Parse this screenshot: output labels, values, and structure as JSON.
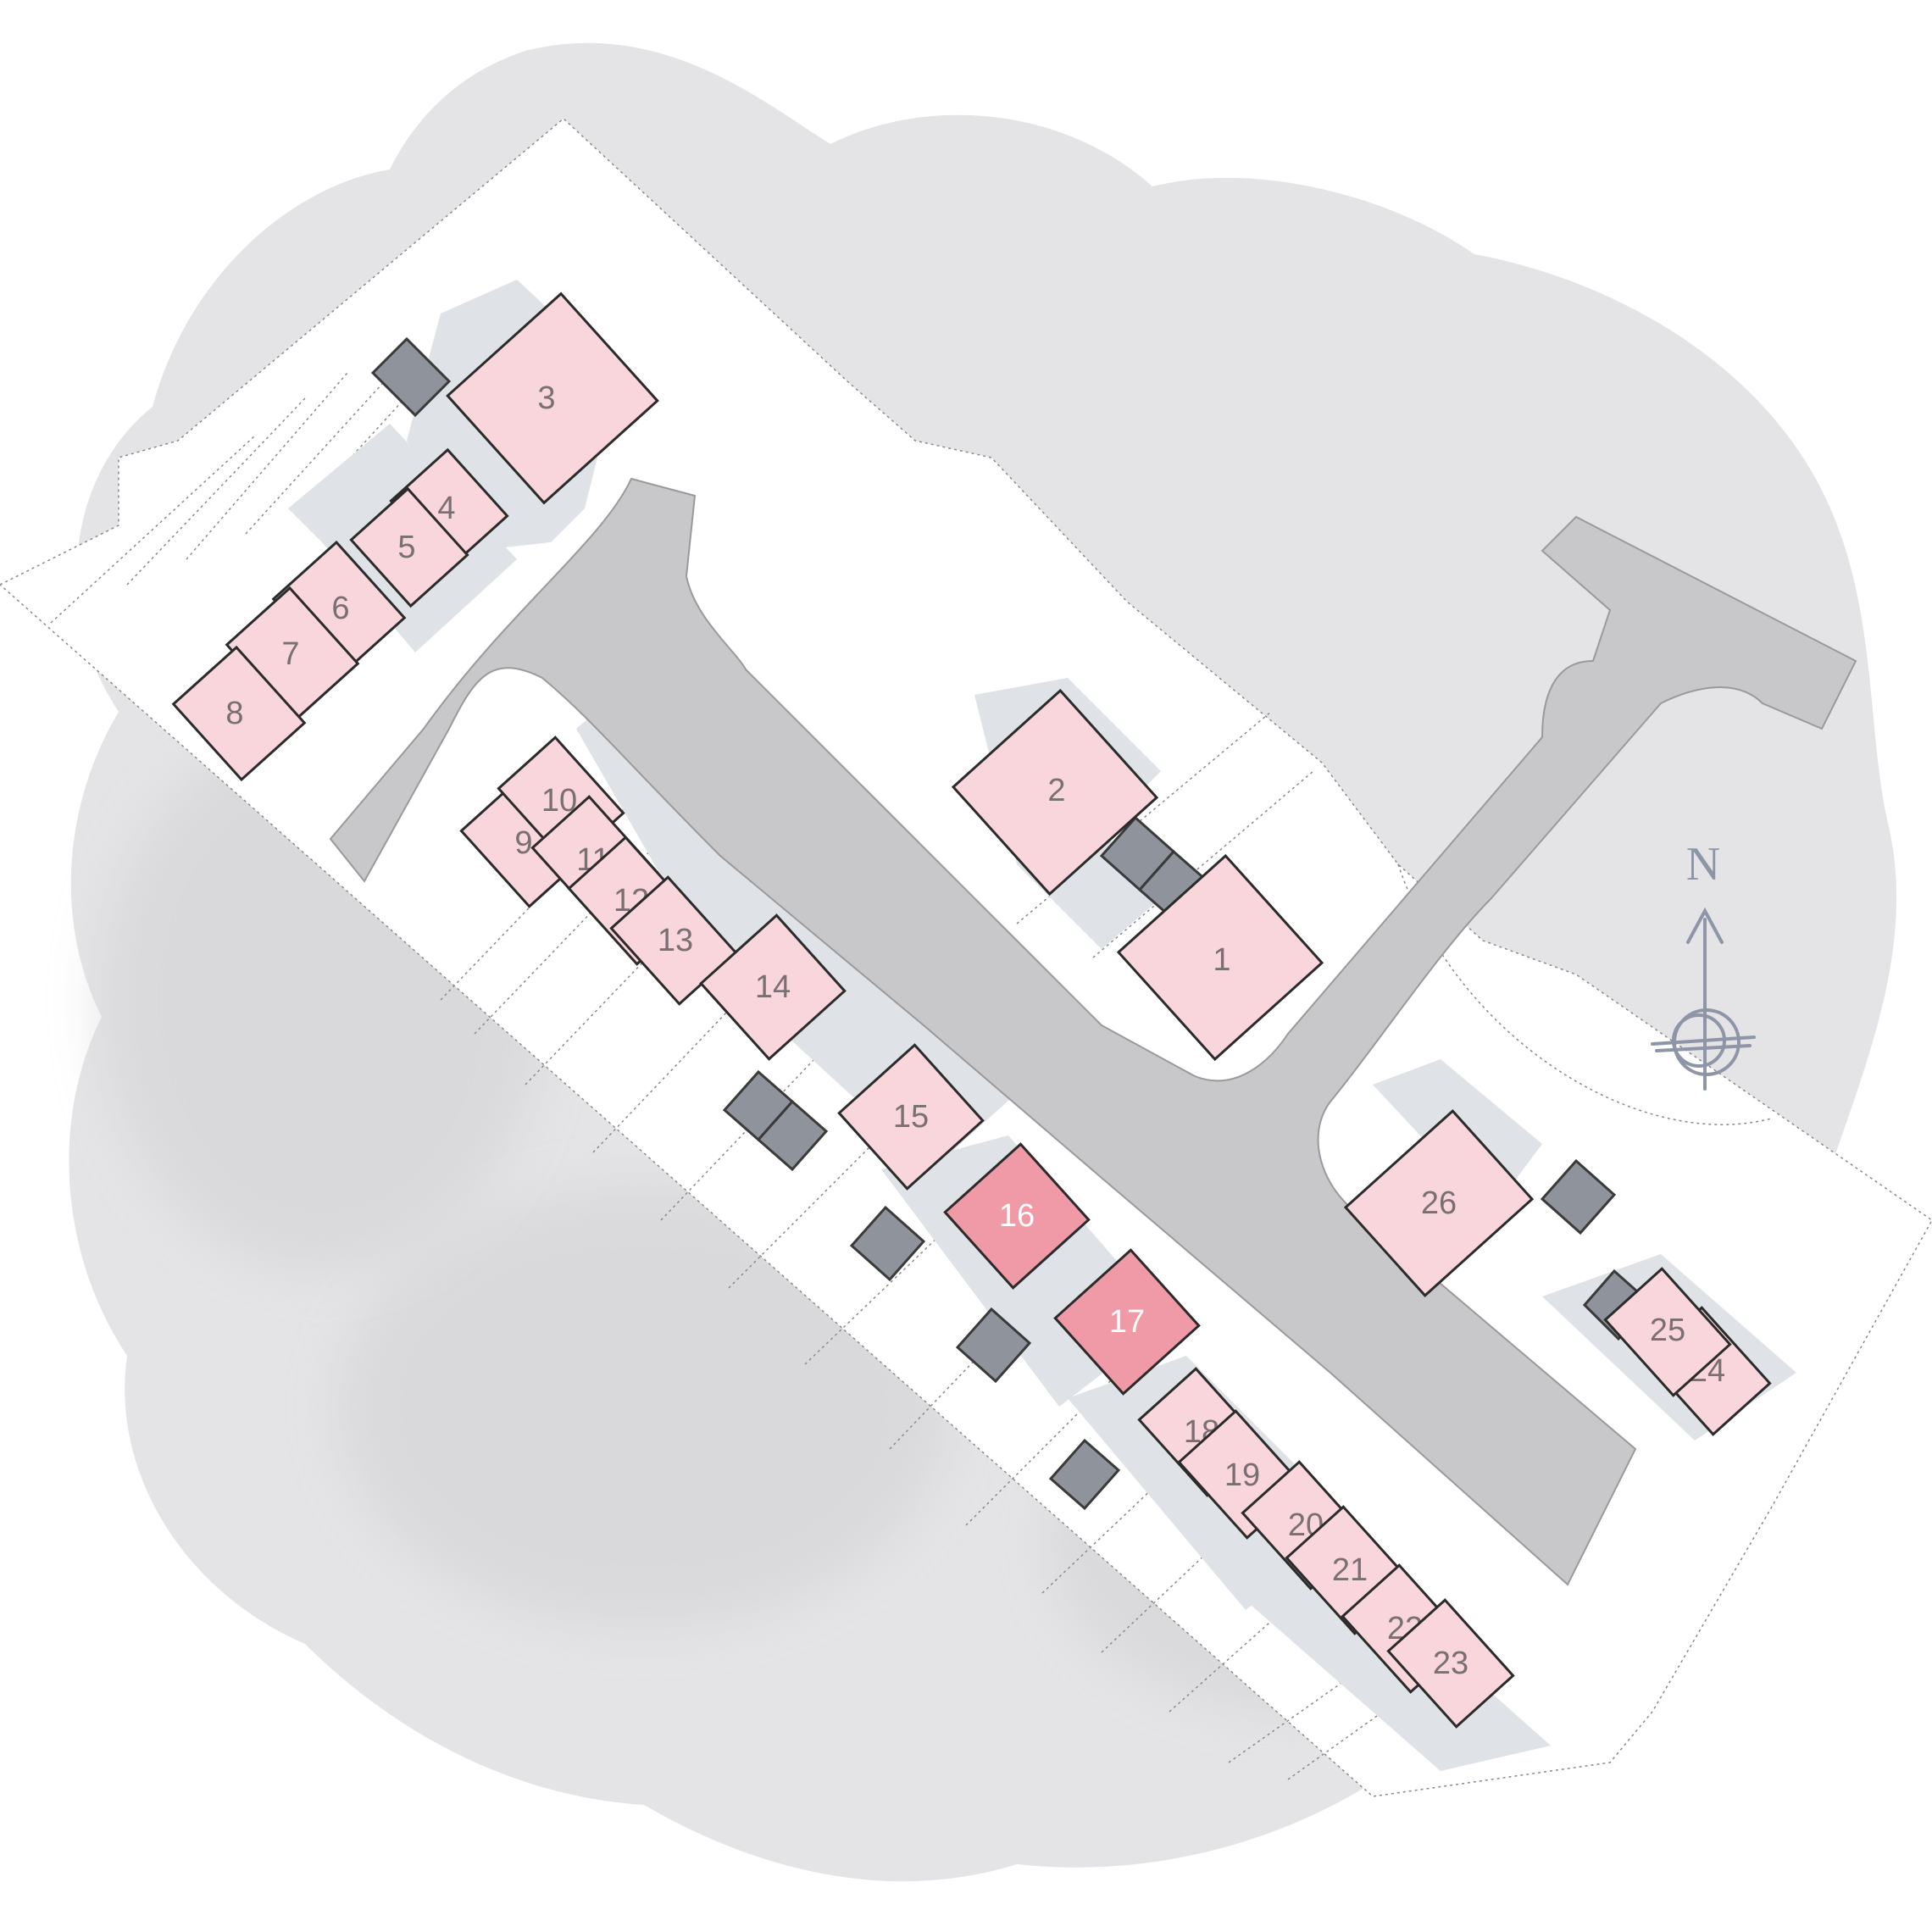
{
  "colors": {
    "background": "#ffffff",
    "wash": "#e4e4e6",
    "wash_dark": "#d5d5d8",
    "site": "#ffffff",
    "site_border": "#8a8a8a",
    "road": "#c8c8ca",
    "road_edge": "#9a9a9c",
    "paving": "#dfe2e6",
    "house_available": "#f9d6dc",
    "house_highlight": "#ef9aa6",
    "house_outline": "#2b2b2b",
    "garage": "#8e939c",
    "label_text": "#7a6f72",
    "label_text_highlight": "#ffffff",
    "compass": "#8e95a6"
  },
  "compass": {
    "label": "N",
    "icon": "north-arrow-icon"
  },
  "plots": [
    {
      "id": "1",
      "status": "available"
    },
    {
      "id": "2",
      "status": "available"
    },
    {
      "id": "3",
      "status": "available"
    },
    {
      "id": "4",
      "status": "available"
    },
    {
      "id": "5",
      "status": "available"
    },
    {
      "id": "6",
      "status": "available"
    },
    {
      "id": "7",
      "status": "available"
    },
    {
      "id": "8",
      "status": "available"
    },
    {
      "id": "9",
      "status": "available"
    },
    {
      "id": "10",
      "status": "available"
    },
    {
      "id": "11",
      "status": "available"
    },
    {
      "id": "12",
      "status": "available"
    },
    {
      "id": "13",
      "status": "available"
    },
    {
      "id": "14",
      "status": "available"
    },
    {
      "id": "15",
      "status": "available"
    },
    {
      "id": "16",
      "status": "highlighted"
    },
    {
      "id": "17",
      "status": "highlighted"
    },
    {
      "id": "18",
      "status": "available"
    },
    {
      "id": "19",
      "status": "available"
    },
    {
      "id": "20",
      "status": "available"
    },
    {
      "id": "21",
      "status": "available"
    },
    {
      "id": "22",
      "status": "available"
    },
    {
      "id": "23",
      "status": "available"
    },
    {
      "id": "24",
      "status": "available"
    },
    {
      "id": "25",
      "status": "available"
    },
    {
      "id": "26",
      "status": "available"
    }
  ]
}
